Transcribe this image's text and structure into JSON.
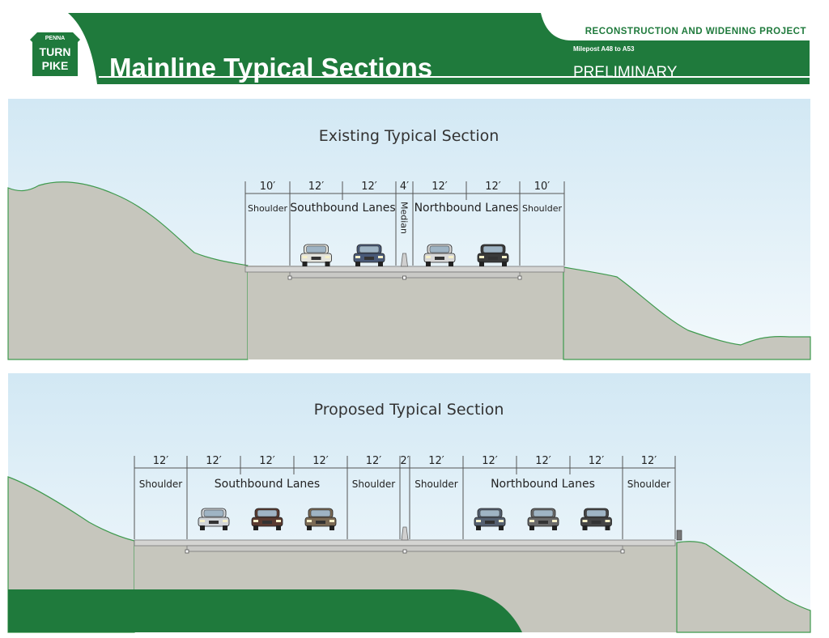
{
  "header": {
    "logo_top": "PENNA",
    "logo_line1": "TURN",
    "logo_line2": "PIKE",
    "title": "Mainline Typical Sections",
    "project": "RECONSTRUCTION AND WIDENING PROJECT",
    "milepost": "Milepost A48 to A53",
    "status": "PRELIMINARY"
  },
  "colors": {
    "brand_green": "#1f7a3c",
    "sky_top": "#d4e9f4",
    "terrain": "#c6c6bd",
    "terrain_edge": "#3f9a4e",
    "pavement": "#d2d2d0"
  },
  "sections": [
    {
      "title": "Existing Typical Section",
      "segments": [
        {
          "dim": "10′",
          "label": "Shoulder",
          "kind": "shoulder"
        },
        {
          "dim": "12′",
          "label": "",
          "kind": "lane",
          "cars": 1
        },
        {
          "dim": "12′",
          "label": "",
          "kind": "lane",
          "cars": 1
        },
        {
          "dim": "4′",
          "label": "Median",
          "kind": "median"
        },
        {
          "dim": "12′",
          "label": "",
          "kind": "lane",
          "cars": 1
        },
        {
          "dim": "12′",
          "label": "",
          "kind": "lane",
          "cars": 1
        },
        {
          "dim": "10′",
          "label": "Shoulder",
          "kind": "shoulder"
        }
      ],
      "groups": [
        {
          "label": "Southbound Lanes",
          "from": 1,
          "to": 2
        },
        {
          "label": "Northbound Lanes",
          "from": 4,
          "to": 5
        }
      ]
    },
    {
      "title": "Proposed Typical Section",
      "segments": [
        {
          "dim": "12′",
          "label": "Shoulder",
          "kind": "shoulder"
        },
        {
          "dim": "12′",
          "label": "",
          "kind": "lane",
          "cars": 1
        },
        {
          "dim": "12′",
          "label": "",
          "kind": "lane",
          "cars": 1
        },
        {
          "dim": "12′",
          "label": "",
          "kind": "lane",
          "cars": 1
        },
        {
          "dim": "12′",
          "label": "Shoulder",
          "kind": "shoulder"
        },
        {
          "dim": "2′",
          "label": "",
          "kind": "median"
        },
        {
          "dim": "12′",
          "label": "Shoulder",
          "kind": "shoulder"
        },
        {
          "dim": "12′",
          "label": "",
          "kind": "lane",
          "cars": 1
        },
        {
          "dim": "12′",
          "label": "",
          "kind": "lane",
          "cars": 1
        },
        {
          "dim": "12′",
          "label": "",
          "kind": "lane",
          "cars": 1
        },
        {
          "dim": "12′",
          "label": "Shoulder",
          "kind": "shoulder"
        }
      ],
      "groups": [
        {
          "label": "Southbound Lanes",
          "from": 1,
          "to": 3
        },
        {
          "label": "Northbound Lanes",
          "from": 7,
          "to": 9
        }
      ]
    }
  ]
}
